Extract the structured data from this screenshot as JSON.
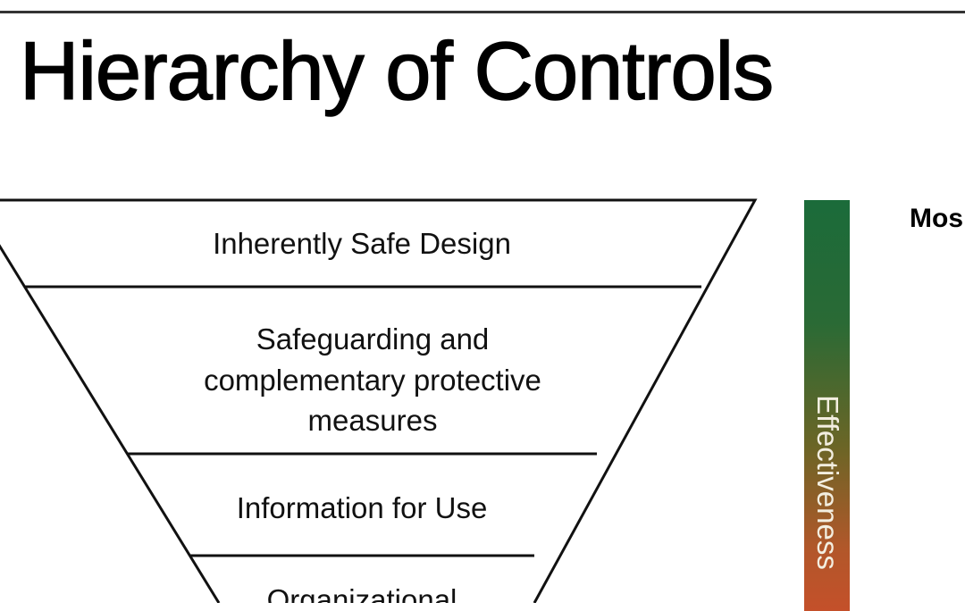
{
  "title": "Hierarchy of Controls",
  "levels": [
    {
      "lines": [
        "Inherently Safe Design"
      ]
    },
    {
      "lines": [
        "Safeguarding and",
        "complementary protective",
        "measures"
      ]
    },
    {
      "lines": [
        "Information for Use"
      ]
    },
    {
      "lines": [
        "Organizational"
      ]
    }
  ],
  "scale": {
    "label": "Effectiveness",
    "top_label": "Mos",
    "colors": {
      "top": "#1b6b3a",
      "bottom": "#c4502a"
    }
  }
}
